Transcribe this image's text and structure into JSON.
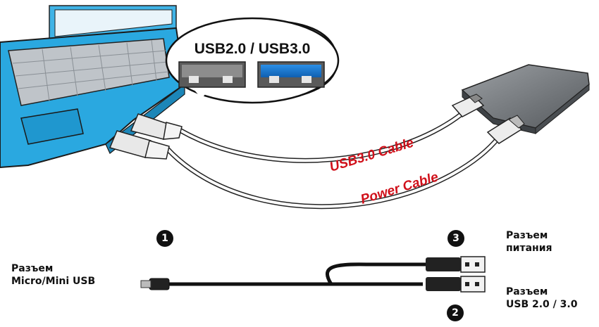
{
  "bubble": {
    "title": "USB2.0 / USB3.0",
    "colors": {
      "usb2_port": "#5a5a5a",
      "usb3_port": "#1e78d2"
    }
  },
  "cables": {
    "usb3_label": "USB3.0 Cable",
    "power_label": "Power Cable",
    "label_color": "#d0101a"
  },
  "laptop": {
    "body_color": "#2aa8e0",
    "keyboard_color": "#bfc4c9"
  },
  "drive": {
    "body_color": "#6f7478"
  },
  "diagram": {
    "badge1": "1",
    "badge2": "2",
    "badge3": "3",
    "left_label_line1": "Разъем",
    "left_label_line2": "Micro/Mini USB",
    "power_label_line1": "Разъем",
    "power_label_line2": "питания",
    "usb_label_line1": "Разъем",
    "usb_label_line2": "USB 2.0 / 3.0"
  }
}
